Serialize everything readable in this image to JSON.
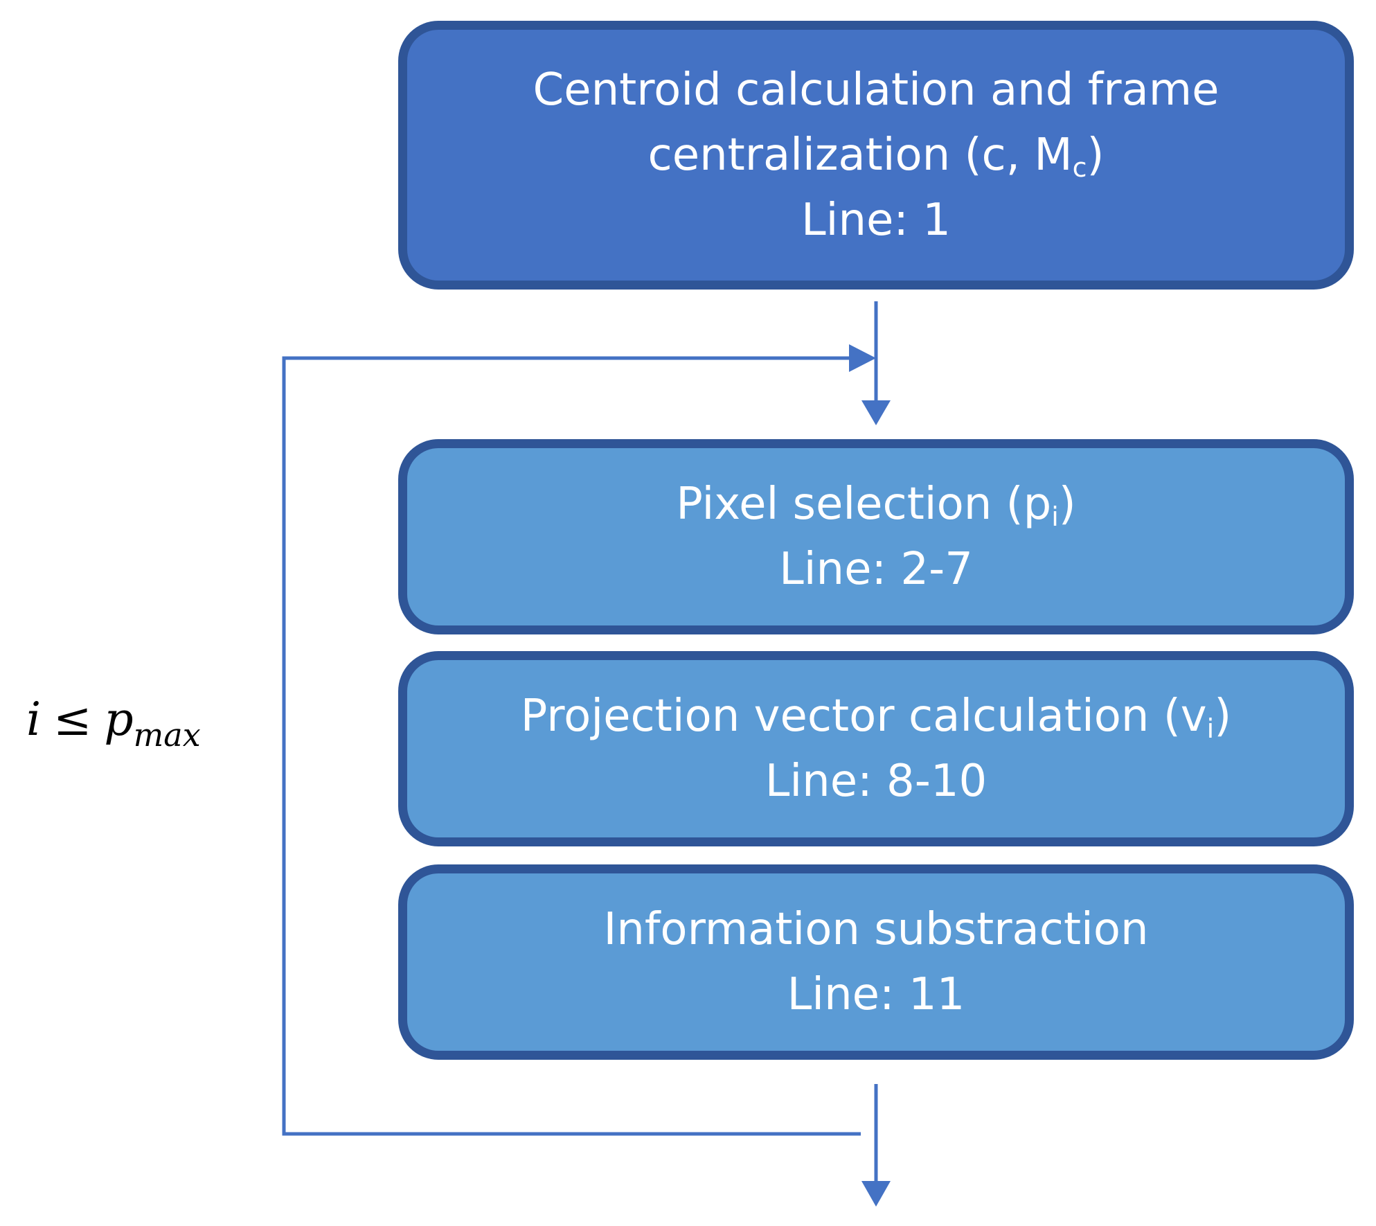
{
  "steps": [
    {
      "title_line1": "Centroid calculation and frame",
      "title_line2_prefix": "centralization (c, M",
      "title_line2_sub": "c",
      "title_line2_suffix": ")",
      "line_ref": "Line: 1"
    },
    {
      "title_prefix": "Pixel selection (p",
      "title_sub": "i",
      "title_suffix": ")",
      "line_ref": "Line: 2-7"
    },
    {
      "title_prefix": "Projection vector calculation (v",
      "title_sub": "i",
      "title_suffix": ")",
      "line_ref": "Line: 8-10"
    },
    {
      "title": "Information substraction",
      "line_ref": "Line: 11"
    }
  ],
  "loop_condition": {
    "variable": "i",
    "operator": "≤",
    "bound": "p",
    "bound_subscript": "max"
  },
  "colors": {
    "header_box": "#4472C4",
    "step_box": "#5B9BD5",
    "box_border": "#2F5597",
    "connector": "#4472C4"
  }
}
